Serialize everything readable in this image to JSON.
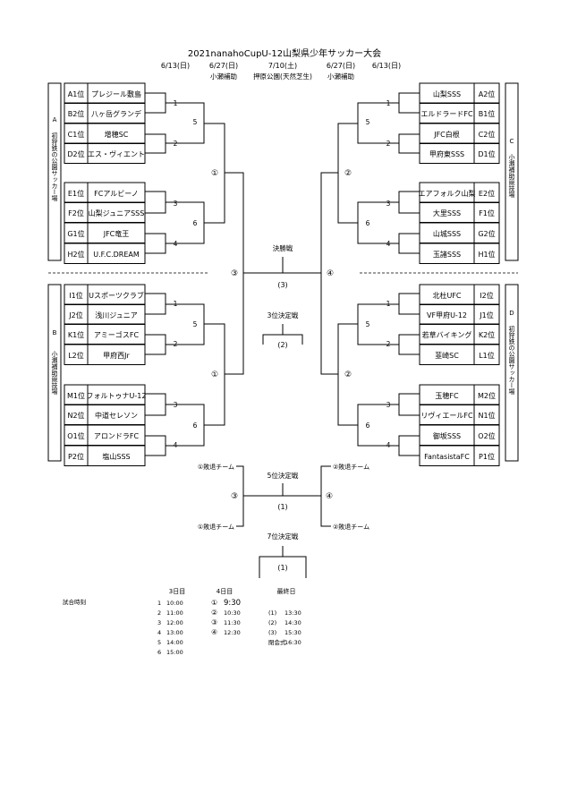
{
  "title": "2021nanahoCupU-12山梨県少年サッカー大会",
  "header_dates": [
    {
      "date": "6/13(日)",
      "venue": ""
    },
    {
      "date": "6/27(日)",
      "venue": "小瀬補助"
    },
    {
      "date": "7/10(土)",
      "venue": "押原公園(天然芝生)"
    },
    {
      "date": "6/27(日)",
      "venue": "小瀬補助"
    },
    {
      "date": "6/13(日)",
      "venue": ""
    }
  ],
  "blocks": {
    "A": {
      "letter": "A",
      "venue": "初狩鉄の公園サッカー場"
    },
    "B": {
      "letter": "B",
      "venue": "小瀬補助競技場"
    },
    "C": {
      "letter": "C",
      "venue": "小瀬補助競技場"
    },
    "D": {
      "letter": "D",
      "venue": "初狩鉄の公園サッカー場"
    }
  },
  "left_teams": [
    {
      "seed": "A1位",
      "name": "プレジール敷島"
    },
    {
      "seed": "B2位",
      "name": "八ヶ岳グランデ"
    },
    {
      "seed": "C1位",
      "name": "增穂SC"
    },
    {
      "seed": "D2位",
      "name": "エス・ヴィエント"
    },
    {
      "seed": "E1位",
      "name": "FCアルビーノ"
    },
    {
      "seed": "F2位",
      "name": "山梨ジュニアSSS"
    },
    {
      "seed": "G1位",
      "name": "JFC竜王"
    },
    {
      "seed": "H2位",
      "name": "U.F.C.DREAM"
    },
    {
      "seed": "I1位",
      "name": "Uスポーツクラブ"
    },
    {
      "seed": "J2位",
      "name": "浅川ジュニア"
    },
    {
      "seed": "K1位",
      "name": "アミーゴスFC"
    },
    {
      "seed": "L2位",
      "name": "甲府西Jr"
    },
    {
      "seed": "M1位",
      "name": "フォルトゥナU-12"
    },
    {
      "seed": "N2位",
      "name": "中道セレソン"
    },
    {
      "seed": "O1位",
      "name": "アロンドラFC"
    },
    {
      "seed": "P2位",
      "name": "塩山SSS"
    }
  ],
  "right_teams": [
    {
      "seed": "A2位",
      "name": "山梨SSS"
    },
    {
      "seed": "B1位",
      "name": "エルドラードFC"
    },
    {
      "seed": "C2位",
      "name": "JFC白根"
    },
    {
      "seed": "D1位",
      "name": "甲府東SSS"
    },
    {
      "seed": "E2位",
      "name": "エアフォルク山梨"
    },
    {
      "seed": "F1位",
      "name": "大里SSS"
    },
    {
      "seed": "G2位",
      "name": "山城SSS"
    },
    {
      "seed": "H1位",
      "name": "玉諸SSS"
    },
    {
      "seed": "I2位",
      "name": "北杜UFC"
    },
    {
      "seed": "J1位",
      "name": "VF甲府U-12"
    },
    {
      "seed": "K2位",
      "name": "若草バイキング"
    },
    {
      "seed": "L1位",
      "name": "韮崎SC"
    },
    {
      "seed": "M2位",
      "name": "玉穂FC"
    },
    {
      "seed": "N1位",
      "name": "リヴィエールFC"
    },
    {
      "seed": "O2位",
      "name": "御坂SSS"
    },
    {
      "seed": "P1位",
      "name": "FantasistaFC"
    }
  ],
  "match_labels": {
    "r1": "1",
    "r2": "2",
    "r3": "3",
    "r4": "4",
    "r5": "5",
    "r6": "6",
    "c1": "①",
    "c2": "②",
    "c3": "③",
    "c4": "④"
  },
  "final": {
    "label": "決勝戦",
    "number": "(3)"
  },
  "third_place": {
    "label": "3位決定戦",
    "number": "(2)"
  },
  "fifth_place": {
    "label": "5位決定戦",
    "number": "(1)",
    "losers_c1": "①敗退チーム",
    "losers_c2": "②敗退チーム"
  },
  "seventh_place": {
    "label": "7位決定戦",
    "number": "(1)"
  },
  "schedule": {
    "label": "試合時刻",
    "day3": {
      "header": "3日目",
      "rows": [
        {
          "no": "1",
          "time": "10:00"
        },
        {
          "no": "2",
          "time": "11:00"
        },
        {
          "no": "3",
          "time": "12:00"
        },
        {
          "no": "4",
          "time": "13:00"
        },
        {
          "no": "5",
          "time": "14:00"
        },
        {
          "no": "6",
          "time": "15:00"
        }
      ]
    },
    "day4": {
      "header": "4日目",
      "rows": [
        {
          "no": "①",
          "time": "9:30"
        },
        {
          "no": "②",
          "time": "10:30"
        },
        {
          "no": "③",
          "time": "11:30"
        },
        {
          "no": "④",
          "time": "12:30"
        }
      ]
    },
    "final_day": {
      "header": "最終日",
      "rows": [
        {
          "no": "(1)",
          "time": "13:30"
        },
        {
          "no": "(2)",
          "time": "14:30"
        },
        {
          "no": "(3)",
          "time": "15:30"
        },
        {
          "no": "閉会式",
          "time": "16:30"
        }
      ]
    }
  }
}
